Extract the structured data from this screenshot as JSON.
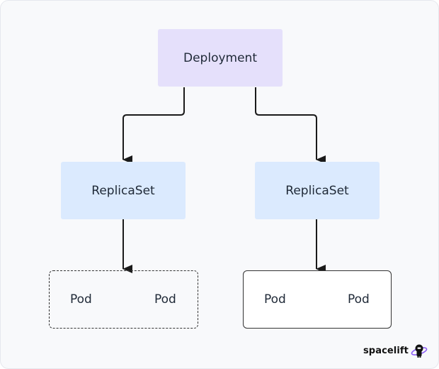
{
  "diagram": {
    "nodes": {
      "deployment": "Deployment",
      "replicaset_left": "ReplicaSet",
      "replicaset_right": "ReplicaSet"
    },
    "groups": {
      "left": {
        "pods": [
          "Pod",
          "Pod"
        ],
        "border": "dashed"
      },
      "right": {
        "pods": [
          "Pod",
          "Pod"
        ],
        "border": "solid"
      }
    }
  },
  "brand": {
    "name": "spacelift",
    "icon": "spacelift-astronaut-icon"
  },
  "colors": {
    "deployment_fill": "#e5e0fb",
    "replicaset_fill": "#dbeafe",
    "edge": "#1a1a1a",
    "canvas": "#f8f9fb"
  }
}
